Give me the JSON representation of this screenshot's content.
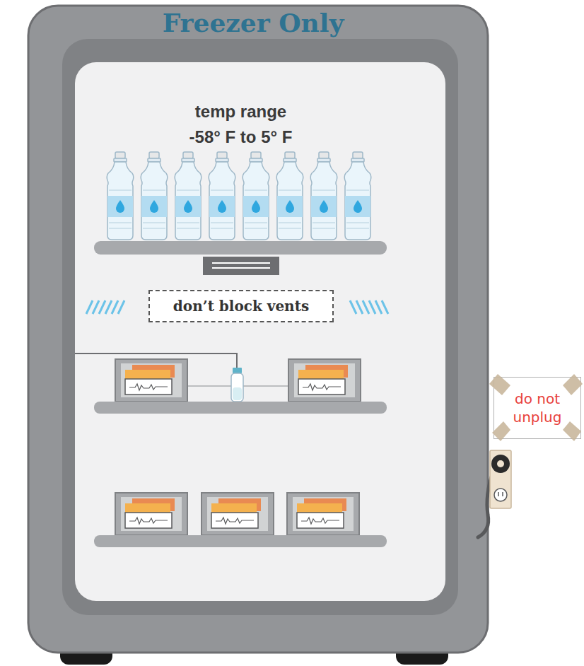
{
  "diagram": {
    "title": "Freezer Only",
    "nodes": [
      {
        "text": [
          "don’t block vents"
        ]
      },
      {
        "text": [
          "do not unplug"
        ]
      }
    ],
    "labels": [
      "temp range -58° F to 5° F"
    ]
  }
}
